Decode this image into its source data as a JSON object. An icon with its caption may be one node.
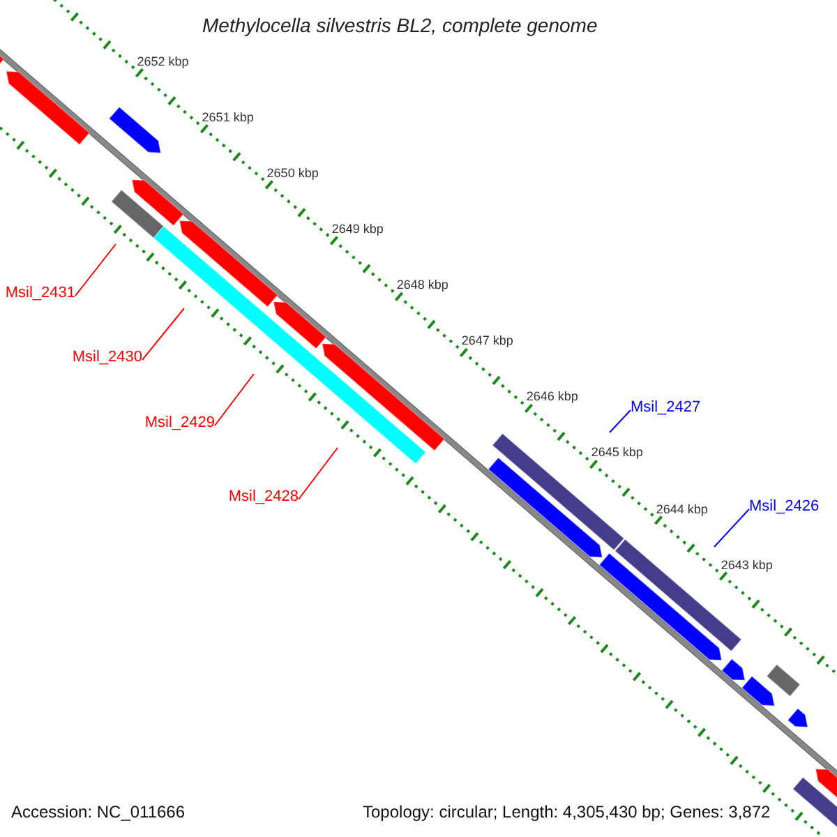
{
  "diagram": {
    "title": "Methylocella silvestris BL2, complete genome",
    "nodes": [
      {
        "text": [
          "Msil_2431"
        ]
      },
      {
        "text": [
          "Msil_2430"
        ]
      },
      {
        "text": [
          "Msil_2429"
        ]
      },
      {
        "text": [
          "Msil_2428"
        ]
      },
      {
        "text": [
          "Msil_2427"
        ]
      },
      {
        "text": [
          "Msil_2426"
        ]
      }
    ],
    "edges": [
      {
        "from": 0,
        "to": null,
        "arrow": "none",
        "color": "#ff0000"
      },
      {
        "from": 1,
        "to": null,
        "arrow": "none",
        "color": "#ff0000"
      },
      {
        "from": 2,
        "to": null,
        "arrow": "none",
        "color": "#ff0000"
      },
      {
        "from": 3,
        "to": null,
        "arrow": "none",
        "color": "#ff0000"
      },
      {
        "from": 4,
        "to": null,
        "arrow": "none",
        "color": "#0000ff"
      },
      {
        "from": 5,
        "to": null,
        "arrow": "none",
        "color": "#0000ff"
      }
    ],
    "labels": [
      "2652 kbp",
      "2651 kbp",
      "2650 kbp",
      "2649 kbp",
      "2648 kbp",
      "2647 kbp",
      "2646 kbp",
      "2645 kbp",
      "2644 kbp",
      "2643 kbp",
      "Accession: NC_011666",
      "Topology: circular; Length: 4,305,430 bp; Genes: 3,872"
    ]
  }
}
